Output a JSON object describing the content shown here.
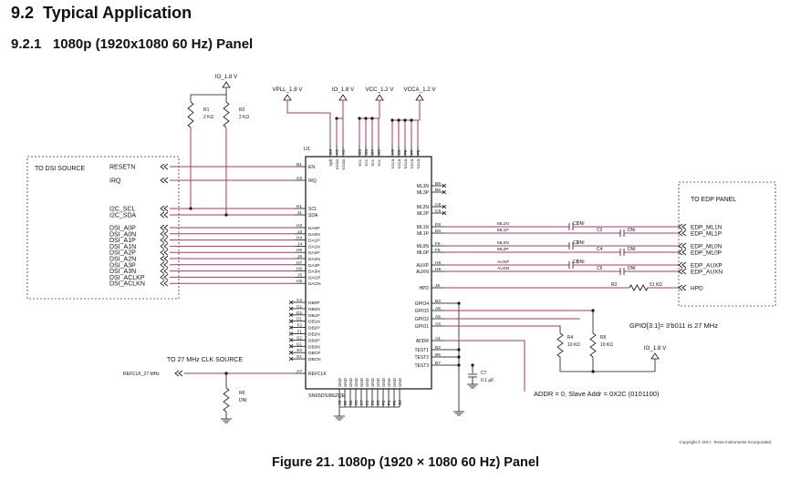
{
  "section": {
    "number": "9.2",
    "title": "Typical Application"
  },
  "subsection": {
    "number": "9.2.1",
    "title": "1080p (1920x1080 60 Hz) Panel"
  },
  "figure_caption": "Figure 21.  1080p (1920 × 1080 60 Hz) Panel",
  "copyright": "Copyright © 2017, Texas Instruments Incorporated",
  "chip": {
    "ref": "U1",
    "part": "SN65DSI86ZQE",
    "top_pins": [
      {
        "ball": "D9",
        "name": "Vpll"
      },
      {
        "ball": "A3",
        "name": "Vccio"
      },
      {
        "ball": "A4",
        "name": "Vccio"
      },
      {
        "ball": "D5",
        "name": "Vcc"
      },
      {
        "ball": "D6",
        "name": "Vcc"
      },
      {
        "ball": "D7",
        "name": "Vcc"
      },
      {
        "ball": "D8",
        "name": "Vcc"
      },
      {
        "ball": "A9",
        "name": "Vcca"
      },
      {
        "ball": "E6",
        "name": "Vcca"
      },
      {
        "ball": "F6",
        "name": "Vcca"
      },
      {
        "ball": "F7",
        "name": "Vcca"
      },
      {
        "ball": "F8",
        "name": "Vcca"
      }
    ],
    "left_pins": [
      {
        "ball": "B1",
        "name": "EN"
      },
      {
        "ball": "A3",
        "name": "IRQ"
      },
      {
        "ball": "H1",
        "name": "SCL"
      },
      {
        "ball": "J1",
        "name": "SDA"
      },
      {
        "ball": "H3",
        "name": "DA0P"
      },
      {
        "ball": "J3",
        "name": "DA0N"
      },
      {
        "ball": "H4",
        "name": "DA1P"
      },
      {
        "ball": "J4",
        "name": "DA1N"
      },
      {
        "ball": "H5",
        "name": "DA2P"
      },
      {
        "ball": "J6",
        "name": "DA2N"
      },
      {
        "ball": "H7",
        "name": "DA3P"
      },
      {
        "ball": "H6",
        "name": "DA3N"
      },
      {
        "ball": "J5",
        "name": "DACP"
      },
      {
        "ball": "H5",
        "name": "DACN"
      },
      {
        "ball": "C2",
        "name": "DB0P"
      },
      {
        "ball": "C1",
        "name": "DB0N"
      },
      {
        "ball": "D2",
        "name": "DB1P"
      },
      {
        "ball": "D1",
        "name": "DB1N"
      },
      {
        "ball": "F2",
        "name": "DB2P"
      },
      {
        "ball": "F1",
        "name": "DB2N"
      },
      {
        "ball": "G2",
        "name": "DB3P"
      },
      {
        "ball": "G1",
        "name": "DB3N"
      },
      {
        "ball": "E2",
        "name": "DBCP"
      },
      {
        "ball": "E1",
        "name": "DBCN"
      },
      {
        "ball": "A7",
        "name": "REFCLK"
      }
    ],
    "right_pins": [
      {
        "ball": "B9",
        "name": "ML3N"
      },
      {
        "ball": "B8",
        "name": "ML3P"
      },
      {
        "ball": "C9",
        "name": "ML2N"
      },
      {
        "ball": "C8",
        "name": "ML2P"
      },
      {
        "ball": "E9",
        "name": "ML1N"
      },
      {
        "ball": "E8",
        "name": "ML1P"
      },
      {
        "ball": "F9",
        "name": "ML0N"
      },
      {
        "ball": "F8",
        "name": "ML0P"
      },
      {
        "ball": "H8",
        "name": "AUXP"
      },
      {
        "ball": "H9",
        "name": "AUXN"
      },
      {
        "ball": "J8",
        "name": "HPD"
      },
      {
        "ball": "B4",
        "name": "GPIO4"
      },
      {
        "ball": "A6",
        "name": "GPIO3"
      },
      {
        "ball": "A5",
        "name": "GPIO2"
      },
      {
        "ball": "A4",
        "name": "GPIO1"
      },
      {
        "ball": "A1",
        "name": "ADDR"
      },
      {
        "ball": "B3",
        "name": "TEST1"
      },
      {
        "ball": "B5",
        "name": "TEST2"
      },
      {
        "ball": "B7",
        "name": "TEST3"
      }
    ],
    "gnd_pins": [
      {
        "ball": "A8",
        "name": "GND"
      },
      {
        "ball": "B2",
        "name": "GND"
      },
      {
        "ball": "B6",
        "name": "GND"
      },
      {
        "ball": "C3",
        "name": "GND"
      },
      {
        "ball": "C7",
        "name": "GND"
      },
      {
        "ball": "E3",
        "name": "GND"
      },
      {
        "ball": "E4",
        "name": "GND"
      },
      {
        "ball": "E5",
        "name": "GND"
      },
      {
        "ball": "F3",
        "name": "GND"
      },
      {
        "ball": "F4",
        "name": "GND"
      },
      {
        "ball": "F5",
        "name": "GND"
      },
      {
        "ball": "G3",
        "name": "GND"
      }
    ]
  },
  "supplies": {
    "io_left": "IO_1.8 V",
    "vpll": "VPLL_1.8 V",
    "io": "IO_1.8 V",
    "vcc": "VCC_1.2 V",
    "vcca": "VCCA_1.2 V",
    "io_gpio": "IO_1.8 V"
  },
  "resistors": [
    {
      "ref": "R1",
      "value": "2 KΩ"
    },
    {
      "ref": "R2",
      "value": "2 KΩ"
    },
    {
      "ref": "R3",
      "value": "51 KΩ"
    },
    {
      "ref": "R4",
      "value": "10 KΩ"
    },
    {
      "ref": "R5",
      "value": "10 KΩ"
    },
    {
      "ref": "R6",
      "value": "DNI"
    }
  ],
  "capacitors": [
    {
      "ref": "C1",
      "value": "DNI"
    },
    {
      "ref": "C2",
      "value": "DNI"
    },
    {
      "ref": "C3",
      "value": "DNI"
    },
    {
      "ref": "C4",
      "value": "DNI"
    },
    {
      "ref": "C5",
      "value": "DNI"
    },
    {
      "ref": "C6",
      "value": "DNI"
    },
    {
      "ref": "C7",
      "value": "0.1 µF"
    }
  ],
  "dsi_source": {
    "title": "TO DSI SOURCE",
    "ctrl": [
      "RESETN",
      "IRQ"
    ],
    "i2c": [
      "I2C_SCL",
      "I2C_SDA"
    ],
    "lanes": [
      "DSI_A0P",
      "DSI_A0N",
      "DSI_A1P",
      "DSI_A1N",
      "DSI_A2P",
      "DSI_A2N",
      "DSI_A3P",
      "DSI_A3N",
      "DSI_ACLKP",
      "DSI_ACLKN"
    ]
  },
  "edp_panel": {
    "title": "TO EDP PANEL",
    "signals": [
      "EDP_ML1N",
      "EDP_ML1P",
      "EDP_ML0N",
      "EDP_ML0P",
      "EDP_AUXP",
      "EDP_AUXN",
      "HPD"
    ]
  },
  "nets": [
    "ML1N",
    "ML1P",
    "ML0N",
    "ML0P",
    "AUXP",
    "AUXN"
  ],
  "clk": {
    "label": "TO 27 MHz CLK SOURCE",
    "net": "REFCLK_27 MHz"
  },
  "notes": {
    "gpio": "GPIO[3:1]= 3'b011 is 27 MHz",
    "addr": "ADDR = 0, Slave Addr = 0X2C (0101100)"
  }
}
